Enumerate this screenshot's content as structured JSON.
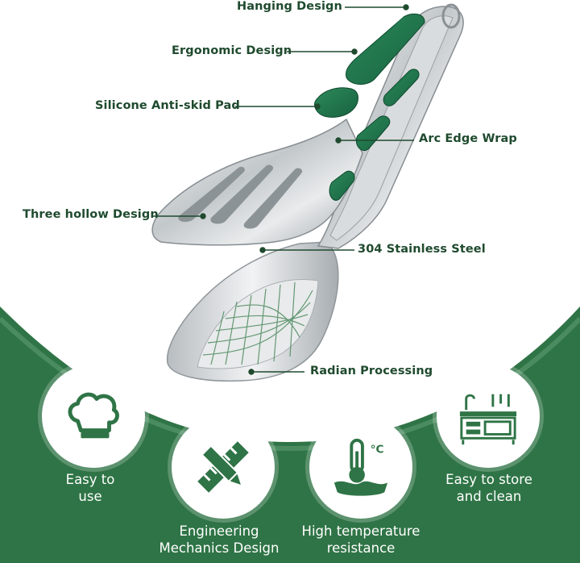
{
  "callouts": {
    "hanging": "Hanging Design",
    "ergonomic": "Ergonomic Design",
    "silicone": "Silicone Anti-skid Pad",
    "arc_edge": "Arc Edge Wrap",
    "three_hollow": "Three hollow Design",
    "steel": "304 Stainless Steel",
    "radian": "Radian Processing"
  },
  "features": [
    {
      "icon": "chef-hat-icon",
      "line1": "Easy to",
      "line2": "use"
    },
    {
      "icon": "pencil-ruler-icon",
      "line1": "Engineering",
      "line2": "Mechanics Design"
    },
    {
      "icon": "thermometer-icon",
      "line1": "High temperature",
      "line2": "resistance",
      "unit": "°C"
    },
    {
      "icon": "kitchen-sink-icon",
      "line1": "Easy to store",
      "line2": "and clean"
    }
  ],
  "colors": {
    "brand_green": "#2f7446",
    "dark_green": "#1f4a2e",
    "steel": "#c9cdd0"
  }
}
